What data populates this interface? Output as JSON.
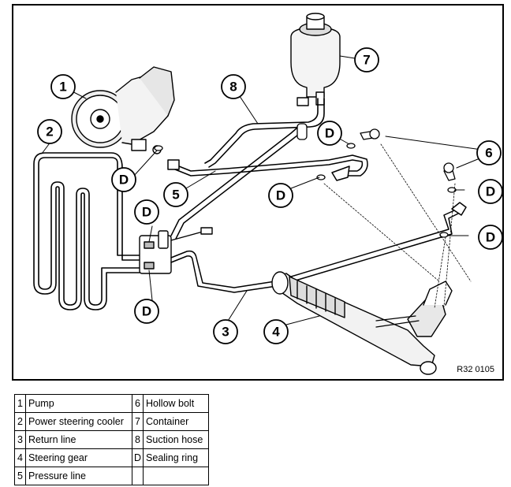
{
  "diagram": {
    "reference_code": "R32 0105",
    "callouts": {
      "pump": "1",
      "cooler": "2",
      "return_line": "3",
      "steering_gear": "4",
      "pressure_line": "5",
      "hollow_bolt": "6",
      "container": "7",
      "suction_hose": "8",
      "sealing_ring": "D"
    }
  },
  "legend": {
    "rows": [
      {
        "n1": "1",
        "t1": "Pump",
        "n2": "6",
        "t2": "Hollow bolt"
      },
      {
        "n1": "2",
        "t1": "Power steering cooler",
        "n2": "7",
        "t2": "Container"
      },
      {
        "n1": "3",
        "t1": "Return line",
        "n2": "8",
        "t2": "Suction hose"
      },
      {
        "n1": "4",
        "t1": "Steering gear",
        "n2": "D",
        "t2": "Sealing ring"
      },
      {
        "n1": "5",
        "t1": "Pressure line",
        "n2": "",
        "t2": ""
      }
    ]
  }
}
